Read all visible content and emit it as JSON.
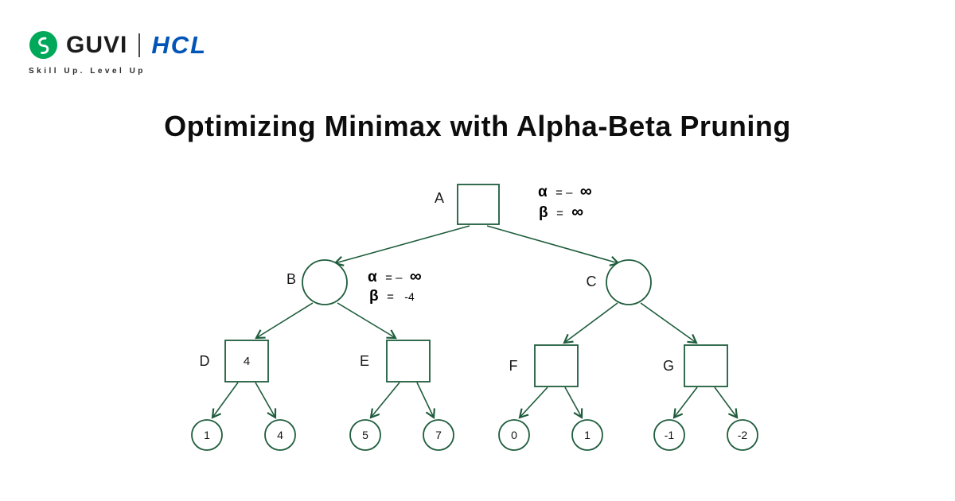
{
  "header": {
    "brand": "GUVI",
    "partner": "HCL",
    "tagline": "Skill Up. Level Up"
  },
  "title": "Optimizing Minimax with Alpha-Beta Pruning",
  "diagram": {
    "type": "minimax-alpha-beta-tree",
    "annotations": {
      "root": {
        "alpha_sym": "α",
        "alpha_mid": "= –",
        "alpha_val": "∞",
        "beta_sym": "β",
        "beta_mid": "=",
        "beta_val": "∞"
      },
      "node_b": {
        "alpha_sym": "α",
        "alpha_mid": "= –",
        "alpha_val": "∞",
        "beta_sym": "β",
        "beta_mid": "=",
        "beta_val": "-4"
      }
    },
    "nodes": {
      "a": {
        "label": "A",
        "shape": "square",
        "value": ""
      },
      "b": {
        "label": "B",
        "shape": "circle",
        "value": ""
      },
      "c": {
        "label": "C",
        "shape": "circle",
        "value": ""
      },
      "d": {
        "label": "D",
        "shape": "square",
        "value": "4"
      },
      "e": {
        "label": "E",
        "shape": "square",
        "value": ""
      },
      "f": {
        "label": "F",
        "shape": "square",
        "value": ""
      },
      "g": {
        "label": "G",
        "shape": "square",
        "value": ""
      }
    },
    "leaves": {
      "d1": "1",
      "d2": "4",
      "e1": "5",
      "e2": "7",
      "f1": "0",
      "f2": "1",
      "g1": "-1",
      "g2": "-2"
    }
  },
  "colors": {
    "tree_green": "#1E5C3C",
    "guvi_green": "#00A85A",
    "hcl_blue": "#0155B7",
    "title_text": "#0D0D0D"
  }
}
